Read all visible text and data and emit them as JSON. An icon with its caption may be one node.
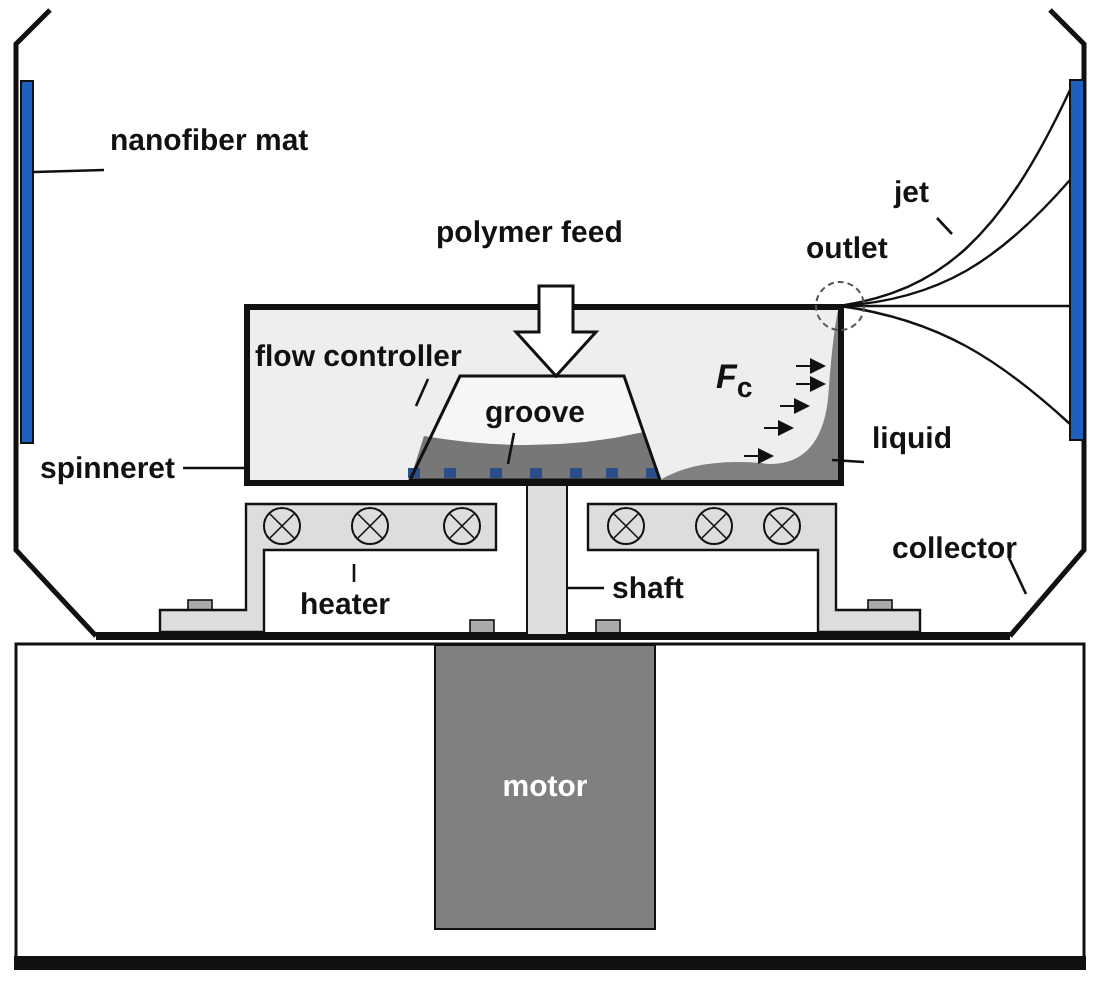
{
  "diagram": {
    "nodes": [
      {
        "text": [
          "nanofiber mat"
        ]
      },
      {
        "text": [],
        "shape": "bar"
      },
      {
        "text": [
          "jet"
        ]
      },
      {
        "text": [
          "polymer feed"
        ]
      },
      {
        "text": [],
        "shape": "box"
      },
      {
        "text": [
          "flow controller"
        ],
        "in": 4
      },
      {
        "text": [],
        "shape": "trapezoid",
        "in": 4
      },
      {
        "text": [
          "groove"
        ],
        "in": 6
      },
      {
        "text": [],
        "shape": "blob",
        "in": 4
      },
      {
        "text": [
          "spinneret"
        ]
      },
      {
        "text": [
          "liquid"
        ]
      },
      {
        "text": [
          "heater"
        ]
      },
      {
        "text": [],
        "shape": "box"
      },
      {
        "text": [],
        "shape": "box"
      },
      {
        "text": [
          "shaft"
        ]
      },
      {
        "text": [],
        "shape": "bar"
      },
      {
        "text": [
          "collector"
        ]
      },
      {
        "text": [
          "motor"
        ]
      }
    ],
    "edges": [
      {
        "from": 0,
        "to": 1,
        "arrow": "none"
      },
      {
        "from": 2,
        "to": null,
        "arrow": "none"
      },
      {
        "from": 3,
        "to": 6,
        "arrow": "to",
        "style": "thick"
      },
      {
        "from": 5,
        "to": 6,
        "arrow": "none"
      },
      {
        "from": 7,
        "to": 6,
        "arrow": "none"
      },
      {
        "from": 9,
        "to": 4,
        "arrow": "none"
      },
      {
        "from": 10,
        "to": 8,
        "arrow": "none"
      },
      {
        "from": 11,
        "to": 12,
        "arrow": "none"
      },
      {
        "from": 14,
        "to": 15,
        "arrow": "none"
      },
      {
        "from": 16,
        "to": null,
        "arrow": "none"
      }
    ],
    "labels": [
      "outlet",
      "*F*$_{c}$"
    ]
  }
}
